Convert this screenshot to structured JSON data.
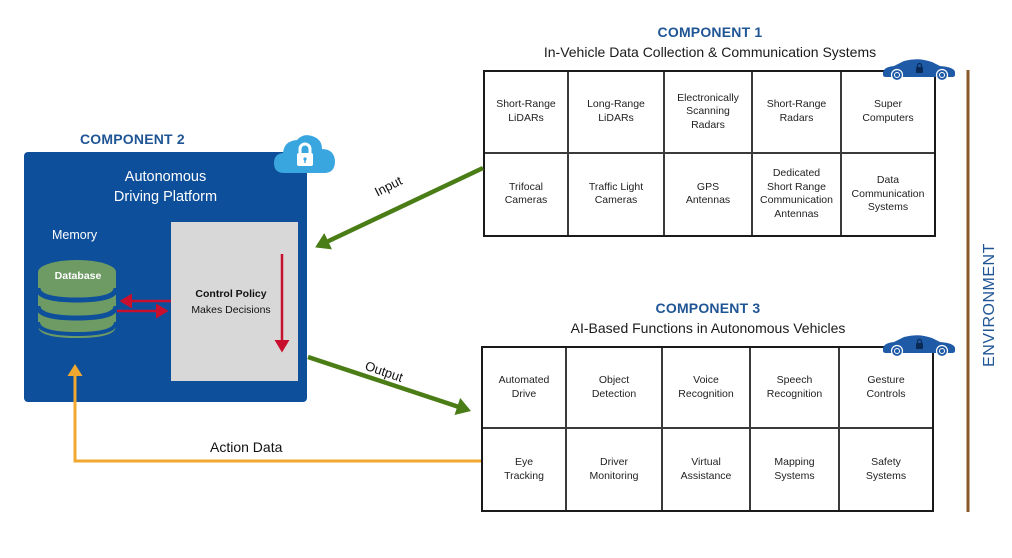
{
  "component1": {
    "label": "COMPONENT 1",
    "title": "In-Vehicle Data Collection & Communication Systems",
    "rows": [
      [
        "Short-Range\nLiDARs",
        "Long-Range\nLiDARs",
        "Electronically\nScanning\nRadars",
        "Short-Range\nRadars",
        "Super\nComputers"
      ],
      [
        "Trifocal\nCameras",
        "Traffic Light\nCameras",
        "GPS\nAntennas",
        "Dedicated\nShort Range\nCommunication\nAntennas",
        "Data\nCommunication\nSystems"
      ]
    ]
  },
  "component2": {
    "label": "COMPONENT 2",
    "title": "Autonomous\nDriving Platform",
    "memory_label": "Memory",
    "database_label": "Database",
    "policy_title": "Control Policy",
    "policy_subtitle": "Makes Decisions"
  },
  "component3": {
    "label": "COMPONENT 3",
    "title": "AI-Based Functions in Autonomous Vehicles",
    "rows": [
      [
        "Automated\nDrive",
        "Object\nDetection",
        "Voice\nRecognition",
        "Speech\nRecognition",
        "Gesture\nControls"
      ],
      [
        "Eye\nTracking",
        "Driver\nMonitoring",
        "Virtual\nAssistance",
        "Mapping\nSystems",
        "Safety\nSystems"
      ]
    ]
  },
  "arrows": {
    "input_label": "Input",
    "output_label": "Output",
    "action_label": "Action Data"
  },
  "environment_label": "ENVIRONMENT",
  "colors": {
    "brand_blue": "#0d4f9b",
    "heading_blue": "#1f5595",
    "flow_green": "#4a7d16",
    "action_orange": "#f0a830",
    "control_red": "#c8102e",
    "database_green": "#6e9a64",
    "cloud_blue": "#3aa6df",
    "environment_brown": "#8b5a2b"
  }
}
